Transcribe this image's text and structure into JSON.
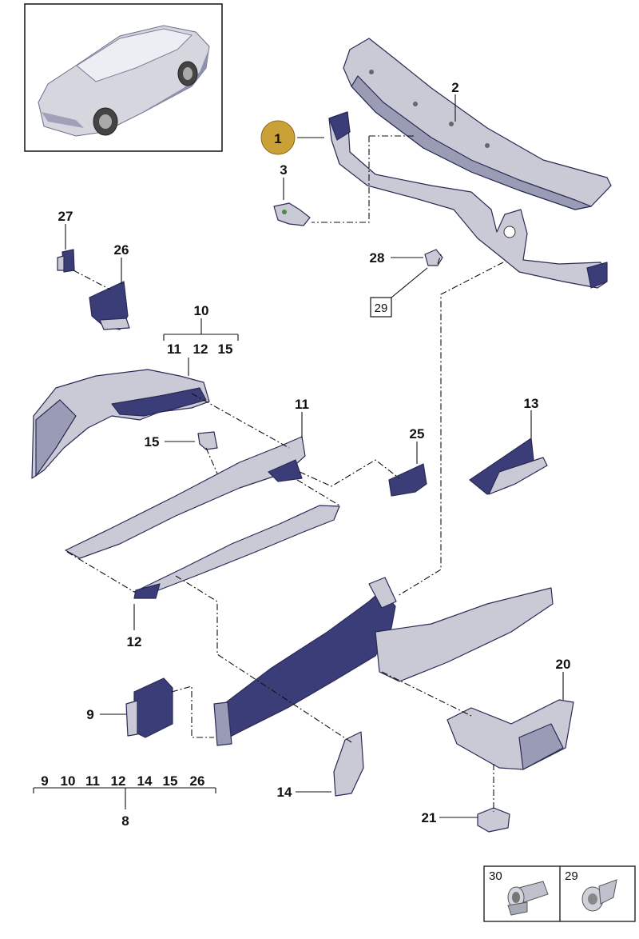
{
  "callouts": [
    {
      "id": "c1",
      "text": "1",
      "highlight": true
    },
    {
      "id": "c2",
      "text": "2"
    },
    {
      "id": "c3",
      "text": "3"
    },
    {
      "id": "c27",
      "text": "27"
    },
    {
      "id": "c26",
      "text": "26"
    },
    {
      "id": "c28",
      "text": "28"
    },
    {
      "id": "c29box",
      "text": "29"
    },
    {
      "id": "c10",
      "text": "10"
    },
    {
      "id": "c10a",
      "text": "11"
    },
    {
      "id": "c10b",
      "text": "12"
    },
    {
      "id": "c10c",
      "text": "15"
    },
    {
      "id": "c11",
      "text": "11"
    },
    {
      "id": "c15",
      "text": "15"
    },
    {
      "id": "c25",
      "text": "25"
    },
    {
      "id": "c13",
      "text": "13"
    },
    {
      "id": "c12",
      "text": "12"
    },
    {
      "id": "c9",
      "text": "9"
    },
    {
      "id": "c20",
      "text": "20"
    },
    {
      "id": "c14",
      "text": "14"
    },
    {
      "id": "c21",
      "text": "21"
    },
    {
      "id": "c8",
      "text": "8"
    }
  ],
  "group8": [
    "9",
    "10",
    "11",
    "12",
    "14",
    "15",
    "26"
  ],
  "legend": [
    {
      "id": "leg30",
      "text": "30",
      "icon": "rivet-nut-icon"
    },
    {
      "id": "leg29",
      "text": "29",
      "icon": "expansion-clip-icon"
    }
  ],
  "colors": {
    "highlight_fill": "#c9a136",
    "part_dark": "#3b3d78",
    "part_light": "#c9cad6"
  }
}
